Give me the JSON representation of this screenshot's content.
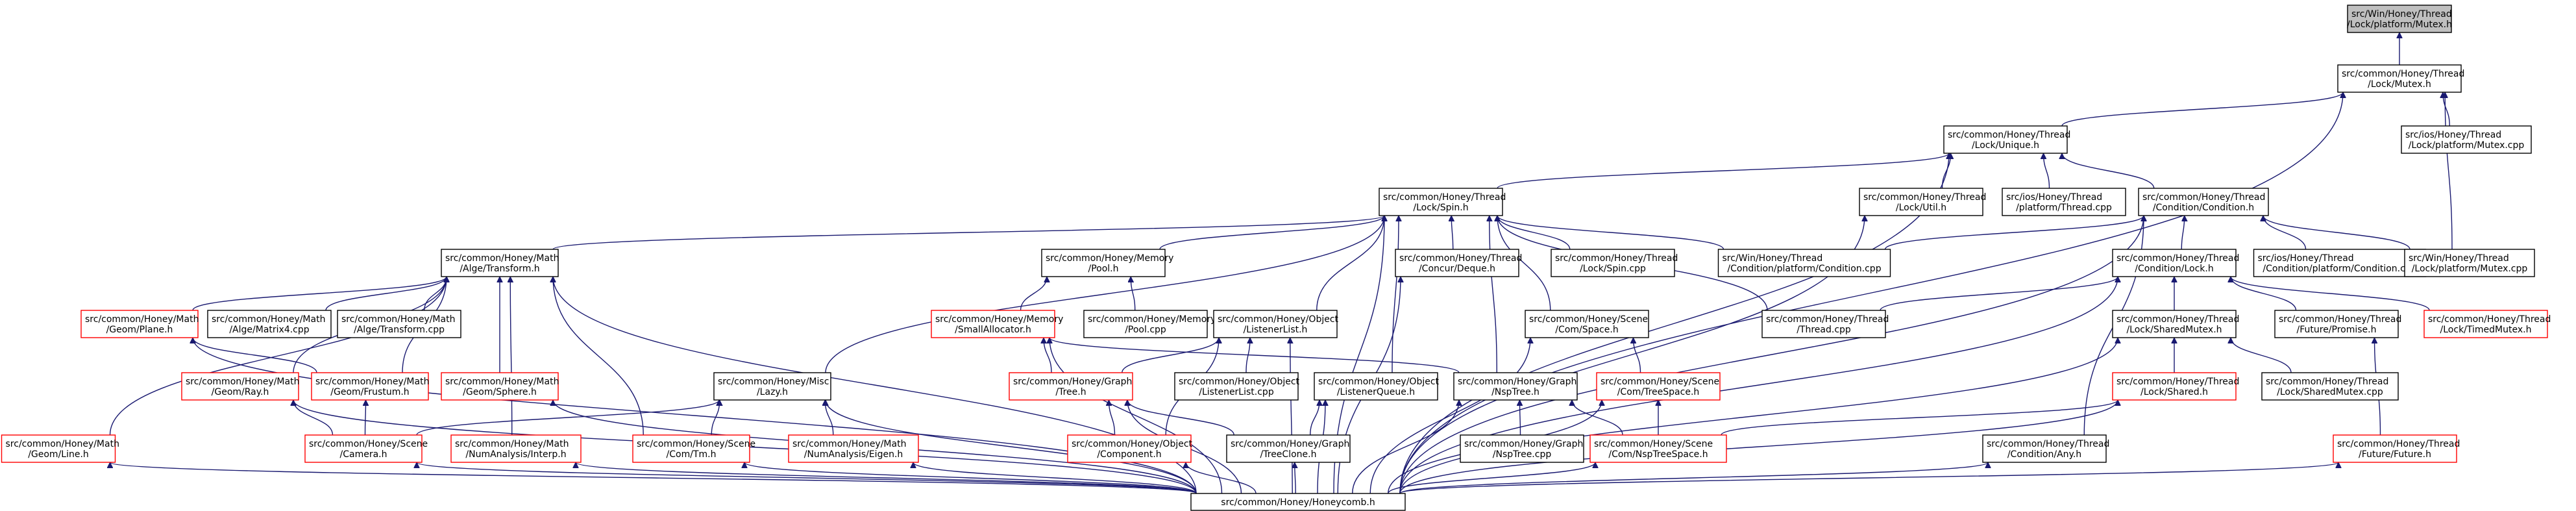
{
  "colors": {
    "edge": "#191970",
    "node_border": "#000000",
    "node_border_incomplete": "#ff0000",
    "root_fill": "#bfbfbf",
    "node_fill": "#ffffff"
  },
  "nodes": [
    {
      "id": "win_mutex",
      "lines": [
        "src/Win/Honey/Thread",
        "/Lock/platform/Mutex.h"
      ],
      "style": "root"
    },
    {
      "id": "mutex",
      "lines": [
        "src/common/Honey/Thread",
        "/Lock/Mutex.h"
      ],
      "style": "normal"
    },
    {
      "id": "unique",
      "lines": [
        "src/common/Honey/Thread",
        "/Lock/Unique.h"
      ],
      "style": "normal"
    },
    {
      "id": "ios_mutex_cpp",
      "lines": [
        "src/ios/Honey/Thread",
        "/Lock/platform/Mutex.cpp"
      ],
      "style": "normal"
    },
    {
      "id": "spin",
      "lines": [
        "src/common/Honey/Thread",
        "/Lock/Spin.h"
      ],
      "style": "normal"
    },
    {
      "id": "util",
      "lines": [
        "src/common/Honey/Thread",
        "/Lock/Util.h"
      ],
      "style": "normal"
    },
    {
      "id": "ios_thread_cpp",
      "lines": [
        "src/ios/Honey/Thread",
        "/platform/Thread.cpp"
      ],
      "style": "normal"
    },
    {
      "id": "cond",
      "lines": [
        "src/common/Honey/Thread",
        "/Condition/Condition.h"
      ],
      "style": "normal"
    },
    {
      "id": "transform",
      "lines": [
        "src/common/Honey/Math",
        "/Alge/Transform.h"
      ],
      "style": "normal"
    },
    {
      "id": "pool",
      "lines": [
        "src/common/Honey/Memory",
        "/Pool.h"
      ],
      "style": "normal"
    },
    {
      "id": "deque",
      "lines": [
        "src/common/Honey/Thread",
        "/Concur/Deque.h"
      ],
      "style": "normal"
    },
    {
      "id": "spin_cpp",
      "lines": [
        "src/common/Honey/Thread",
        "/Lock/Spin.cpp"
      ],
      "style": "normal"
    },
    {
      "id": "win_cond_cpp",
      "lines": [
        "src/Win/Honey/Thread",
        "/Condition/platform/Condition.cpp"
      ],
      "style": "normal"
    },
    {
      "id": "cond_lock",
      "lines": [
        "src/common/Honey/Thread",
        "/Condition/Lock.h"
      ],
      "style": "normal"
    },
    {
      "id": "ios_cond_cpp",
      "lines": [
        "src/ios/Honey/Thread",
        "/Condition/platform/Condition.cpp"
      ],
      "style": "normal"
    },
    {
      "id": "win_mutex_cpp",
      "lines": [
        "src/Win/Honey/Thread",
        "/Lock/platform/Mutex.cpp"
      ],
      "style": "normal"
    },
    {
      "id": "plane",
      "lines": [
        "src/common/Honey/Math",
        "/Geom/Plane.h"
      ],
      "style": "incomplete"
    },
    {
      "id": "matrix4",
      "lines": [
        "src/common/Honey/Math",
        "/Alge/Matrix4.cpp"
      ],
      "style": "normal"
    },
    {
      "id": "transform_cpp",
      "lines": [
        "src/common/Honey/Math",
        "/Alge/Transform.cpp"
      ],
      "style": "normal"
    },
    {
      "id": "smallalloc",
      "lines": [
        "src/common/Honey/Memory",
        "/SmallAllocator.h"
      ],
      "style": "incomplete"
    },
    {
      "id": "pool_cpp",
      "lines": [
        "src/common/Honey/Memory",
        "/Pool.cpp"
      ],
      "style": "normal"
    },
    {
      "id": "listenerlist",
      "lines": [
        "src/common/Honey/Object",
        "/ListenerList.h"
      ],
      "style": "normal"
    },
    {
      "id": "comspace",
      "lines": [
        "src/common/Honey/Scene",
        "/Com/Space.h"
      ],
      "style": "normal"
    },
    {
      "id": "thread_cpp",
      "lines": [
        "src/common/Honey/Thread",
        "/Thread.cpp"
      ],
      "style": "normal"
    },
    {
      "id": "sharedmutex",
      "lines": [
        "src/common/Honey/Thread",
        "/Lock/SharedMutex.h"
      ],
      "style": "normal"
    },
    {
      "id": "promise",
      "lines": [
        "src/common/Honey/Thread",
        "/Future/Promise.h"
      ],
      "style": "normal"
    },
    {
      "id": "timedmutex",
      "lines": [
        "src/common/Honey/Thread",
        "/Lock/TimedMutex.h"
      ],
      "style": "incomplete"
    },
    {
      "id": "line",
      "lines": [
        "src/common/Honey/Math",
        "/Geom/Line.h"
      ],
      "style": "incomplete"
    },
    {
      "id": "ray",
      "lines": [
        "src/common/Honey/Math",
        "/Geom/Ray.h"
      ],
      "style": "incomplete"
    },
    {
      "id": "frustum",
      "lines": [
        "src/common/Honey/Math",
        "/Geom/Frustum.h"
      ],
      "style": "incomplete"
    },
    {
      "id": "sphere",
      "lines": [
        "src/common/Honey/Math",
        "/Geom/Sphere.h"
      ],
      "style": "incomplete"
    },
    {
      "id": "lazy",
      "lines": [
        "src/common/Honey/Misc",
        "/Lazy.h"
      ],
      "style": "normal"
    },
    {
      "id": "tree",
      "lines": [
        "src/common/Honey/Graph",
        "/Tree.h"
      ],
      "style": "incomplete"
    },
    {
      "id": "listenerlist_cpp",
      "lines": [
        "src/common/Honey/Object",
        "/ListenerList.cpp"
      ],
      "style": "normal"
    },
    {
      "id": "listenerqueue",
      "lines": [
        "src/common/Honey/Object",
        "/ListenerQueue.h"
      ],
      "style": "normal"
    },
    {
      "id": "nptree",
      "lines": [
        "src/common/Honey/Graph",
        "/NspTree.h"
      ],
      "style": "normal"
    },
    {
      "id": "comtreespace",
      "lines": [
        "src/common/Honey/Scene",
        "/Com/TreeSpace.h"
      ],
      "style": "incomplete"
    },
    {
      "id": "shared",
      "lines": [
        "src/common/Honey/Thread",
        "/Lock/Shared.h"
      ],
      "style": "incomplete"
    },
    {
      "id": "sharedmutex_cpp",
      "lines": [
        "src/common/Honey/Thread",
        "/Lock/SharedMutex.cpp"
      ],
      "style": "normal"
    },
    {
      "id": "future",
      "lines": [
        "src/common/Honey/Thread",
        "/Future/Future.h"
      ],
      "style": "incomplete"
    },
    {
      "id": "camera",
      "lines": [
        "src/common/Honey/Scene",
        "/Camera.h"
      ],
      "style": "incomplete"
    },
    {
      "id": "interp",
      "lines": [
        "src/common/Honey/Math",
        "/NumAnalysis/Interp.h"
      ],
      "style": "incomplete"
    },
    {
      "id": "comtm",
      "lines": [
        "src/common/Honey/Scene",
        "/Com/Tm.h"
      ],
      "style": "incomplete"
    },
    {
      "id": "eigen",
      "lines": [
        "src/common/Honey/Math",
        "/NumAnalysis/Eigen.h"
      ],
      "style": "incomplete"
    },
    {
      "id": "component",
      "lines": [
        "src/common/Honey/Object",
        "/Component.h"
      ],
      "style": "incomplete"
    },
    {
      "id": "treeclone",
      "lines": [
        "src/common/Honey/Graph",
        "/TreeClone.h"
      ],
      "style": "normal"
    },
    {
      "id": "nptree_cpp",
      "lines": [
        "src/common/Honey/Graph",
        "/NspTree.cpp"
      ],
      "style": "normal"
    },
    {
      "id": "comnptreespace",
      "lines": [
        "src/common/Honey/Scene",
        "/Com/NspTreeSpace.h"
      ],
      "style": "incomplete"
    },
    {
      "id": "condany",
      "lines": [
        "src/common/Honey/Thread",
        "/Condition/Any.h"
      ],
      "style": "normal"
    },
    {
      "id": "honeycomb",
      "lines": [
        "src/common/Honey/Honeycomb.h"
      ],
      "style": "normal"
    }
  ],
  "edges": [
    [
      "win_mutex",
      "mutex"
    ],
    [
      "mutex",
      "unique"
    ],
    [
      "mutex",
      "ios_mutex_cpp"
    ],
    [
      "mutex",
      "win_mutex_cpp"
    ],
    [
      "mutex",
      "honeycomb"
    ],
    [
      "unique",
      "spin"
    ],
    [
      "unique",
      "util"
    ],
    [
      "unique",
      "ios_thread_cpp"
    ],
    [
      "unique",
      "cond"
    ],
    [
      "unique",
      "honeycomb"
    ],
    [
      "spin",
      "transform"
    ],
    [
      "spin",
      "pool"
    ],
    [
      "spin",
      "deque"
    ],
    [
      "spin",
      "spin_cpp"
    ],
    [
      "spin",
      "win_cond_cpp"
    ],
    [
      "spin",
      "thread_cpp"
    ],
    [
      "spin",
      "comspace"
    ],
    [
      "spin",
      "listenerlist"
    ],
    [
      "spin",
      "lazy"
    ],
    [
      "spin",
      "listenerqueue"
    ],
    [
      "spin",
      "nptree"
    ],
    [
      "spin",
      "honeycomb"
    ],
    [
      "util",
      "honeycomb"
    ],
    [
      "cond",
      "cond_lock"
    ],
    [
      "cond",
      "ios_cond_cpp"
    ],
    [
      "cond",
      "win_mutex_cpp"
    ],
    [
      "cond",
      "win_cond_cpp"
    ],
    [
      "cond",
      "condany"
    ],
    [
      "cond",
      "honeycomb"
    ],
    [
      "transform",
      "plane"
    ],
    [
      "transform",
      "matrix4"
    ],
    [
      "transform",
      "transform_cpp"
    ],
    [
      "transform",
      "line"
    ],
    [
      "transform",
      "ray"
    ],
    [
      "transform",
      "frustum"
    ],
    [
      "transform",
      "sphere"
    ],
    [
      "transform",
      "interp"
    ],
    [
      "transform",
      "comtm"
    ],
    [
      "transform",
      "honeycomb"
    ],
    [
      "pool",
      "smallalloc"
    ],
    [
      "pool",
      "pool_cpp"
    ],
    [
      "deque",
      "honeycomb"
    ],
    [
      "cond_lock",
      "thread_cpp"
    ],
    [
      "cond_lock",
      "sharedmutex"
    ],
    [
      "cond_lock",
      "promise"
    ],
    [
      "cond_lock",
      "timedmutex"
    ],
    [
      "cond_lock",
      "honeycomb"
    ],
    [
      "plane",
      "frustum"
    ],
    [
      "plane",
      "honeycomb"
    ],
    [
      "smallalloc",
      "tree"
    ],
    [
      "smallalloc",
      "nptree"
    ],
    [
      "smallalloc",
      "honeycomb"
    ],
    [
      "listenerlist",
      "tree"
    ],
    [
      "listenerlist",
      "listenerlist_cpp"
    ],
    [
      "listenerlist",
      "component"
    ],
    [
      "listenerlist",
      "honeycomb"
    ],
    [
      "comspace",
      "comtreespace"
    ],
    [
      "comspace",
      "honeycomb"
    ],
    [
      "sharedmutex",
      "shared"
    ],
    [
      "sharedmutex",
      "sharedmutex_cpp"
    ],
    [
      "sharedmutex",
      "honeycomb"
    ],
    [
      "promise",
      "future"
    ],
    [
      "line",
      "honeycomb"
    ],
    [
      "ray",
      "camera"
    ],
    [
      "ray",
      "honeycomb"
    ],
    [
      "frustum",
      "camera"
    ],
    [
      "sphere",
      "honeycomb"
    ],
    [
      "lazy",
      "camera"
    ],
    [
      "lazy",
      "comtm"
    ],
    [
      "lazy",
      "eigen"
    ],
    [
      "lazy",
      "honeycomb"
    ],
    [
      "tree",
      "component"
    ],
    [
      "tree",
      "treeclone"
    ],
    [
      "tree",
      "honeycomb"
    ],
    [
      "listenerqueue",
      "treeclone"
    ],
    [
      "listenerqueue",
      "honeycomb"
    ],
    [
      "nptree",
      "nptree_cpp"
    ],
    [
      "nptree",
      "comnptreespace"
    ],
    [
      "nptree",
      "honeycomb"
    ],
    [
      "comtreespace",
      "comnptreespace"
    ],
    [
      "comtreespace",
      "honeycomb"
    ],
    [
      "shared",
      "comnptreespace"
    ],
    [
      "shared",
      "honeycomb"
    ],
    [
      "future",
      "honeycomb"
    ],
    [
      "camera",
      "honeycomb"
    ],
    [
      "interp",
      "honeycomb"
    ],
    [
      "comtm",
      "honeycomb"
    ],
    [
      "eigen",
      "honeycomb"
    ],
    [
      "component",
      "honeycomb"
    ],
    [
      "treeclone",
      "honeycomb"
    ],
    [
      "comnptreespace",
      "honeycomb"
    ],
    [
      "condany",
      "honeycomb"
    ]
  ]
}
